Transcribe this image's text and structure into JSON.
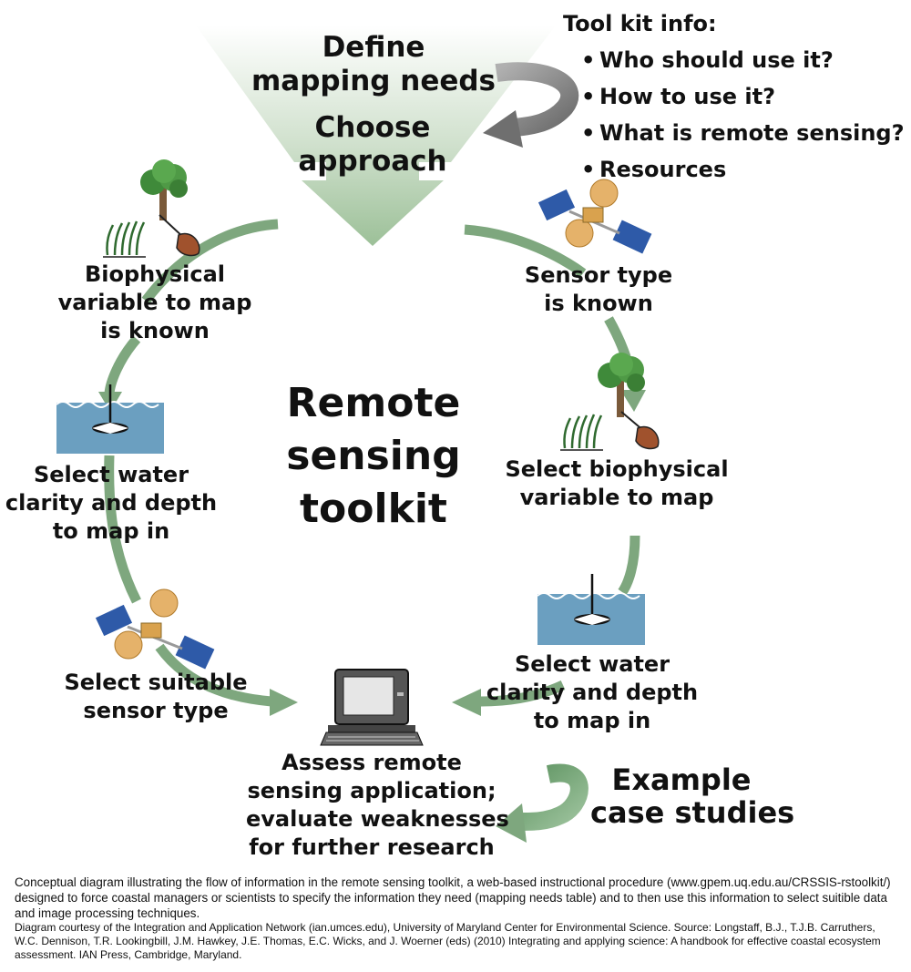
{
  "funnel": {
    "top_label": [
      "Define",
      "mapping  needs"
    ],
    "bottom_label": [
      "Choose",
      "approach"
    ]
  },
  "toolkit_info": {
    "title": "Tool kit info:",
    "items": [
      "Who should use it?",
      "How to use it?",
      "What is remote sensing?",
      "Resources"
    ]
  },
  "center_title": [
    "Remote",
    "sensing",
    "toolkit"
  ],
  "left_branch": {
    "step1": [
      "Biophysical",
      "variable to map",
      "is known"
    ],
    "step2": [
      "Select water",
      "clarity and depth",
      "to map in"
    ],
    "step3": [
      "Select suitable",
      "sensor type"
    ]
  },
  "right_branch": {
    "step1": [
      "Sensor type",
      "is known"
    ],
    "step2": [
      "Select biophysical",
      "variable to map"
    ],
    "step3": [
      "Select water",
      "clarity and depth",
      "to map in"
    ]
  },
  "assess": [
    "Assess remote",
    "sensing application;",
    "evaluate weaknesses",
    "for further research"
  ],
  "examples": [
    "Example",
    "case studies"
  ],
  "caption": {
    "main": "Conceptual diagram illustrating the flow of information in the remote sensing toolkit, a web-based instructional procedure (www.gpem.uq.edu.au/CRSSIS-rstoolkit/) designed to force coastal managers or scientists to specify the information they need (mapping needs table) and to then use this information to select suitible data and image processing techniques.",
    "credit": "Diagram courtesy of the Integration and Application Network (ian.umces.edu), University of Maryland Center for Environmental Science. Source: Longstaff, B.J., T.J.B. Carruthers, W.C. Dennison, T.R. Lookingbill, J.M. Hawkey, J.E. Thomas, E.C. Wicks, and J. Woerner (eds) (2010) Integrating and applying science: A handbook for effective coastal ecosystem assessment. IAN Press, Cambridge, Maryland."
  },
  "colors": {
    "arrow_green": "#7ea77e",
    "funnel_green": "#a9c9a5",
    "water_blue": "#6b9fc0",
    "curved_arrow_gray": "#7a7a7a"
  }
}
